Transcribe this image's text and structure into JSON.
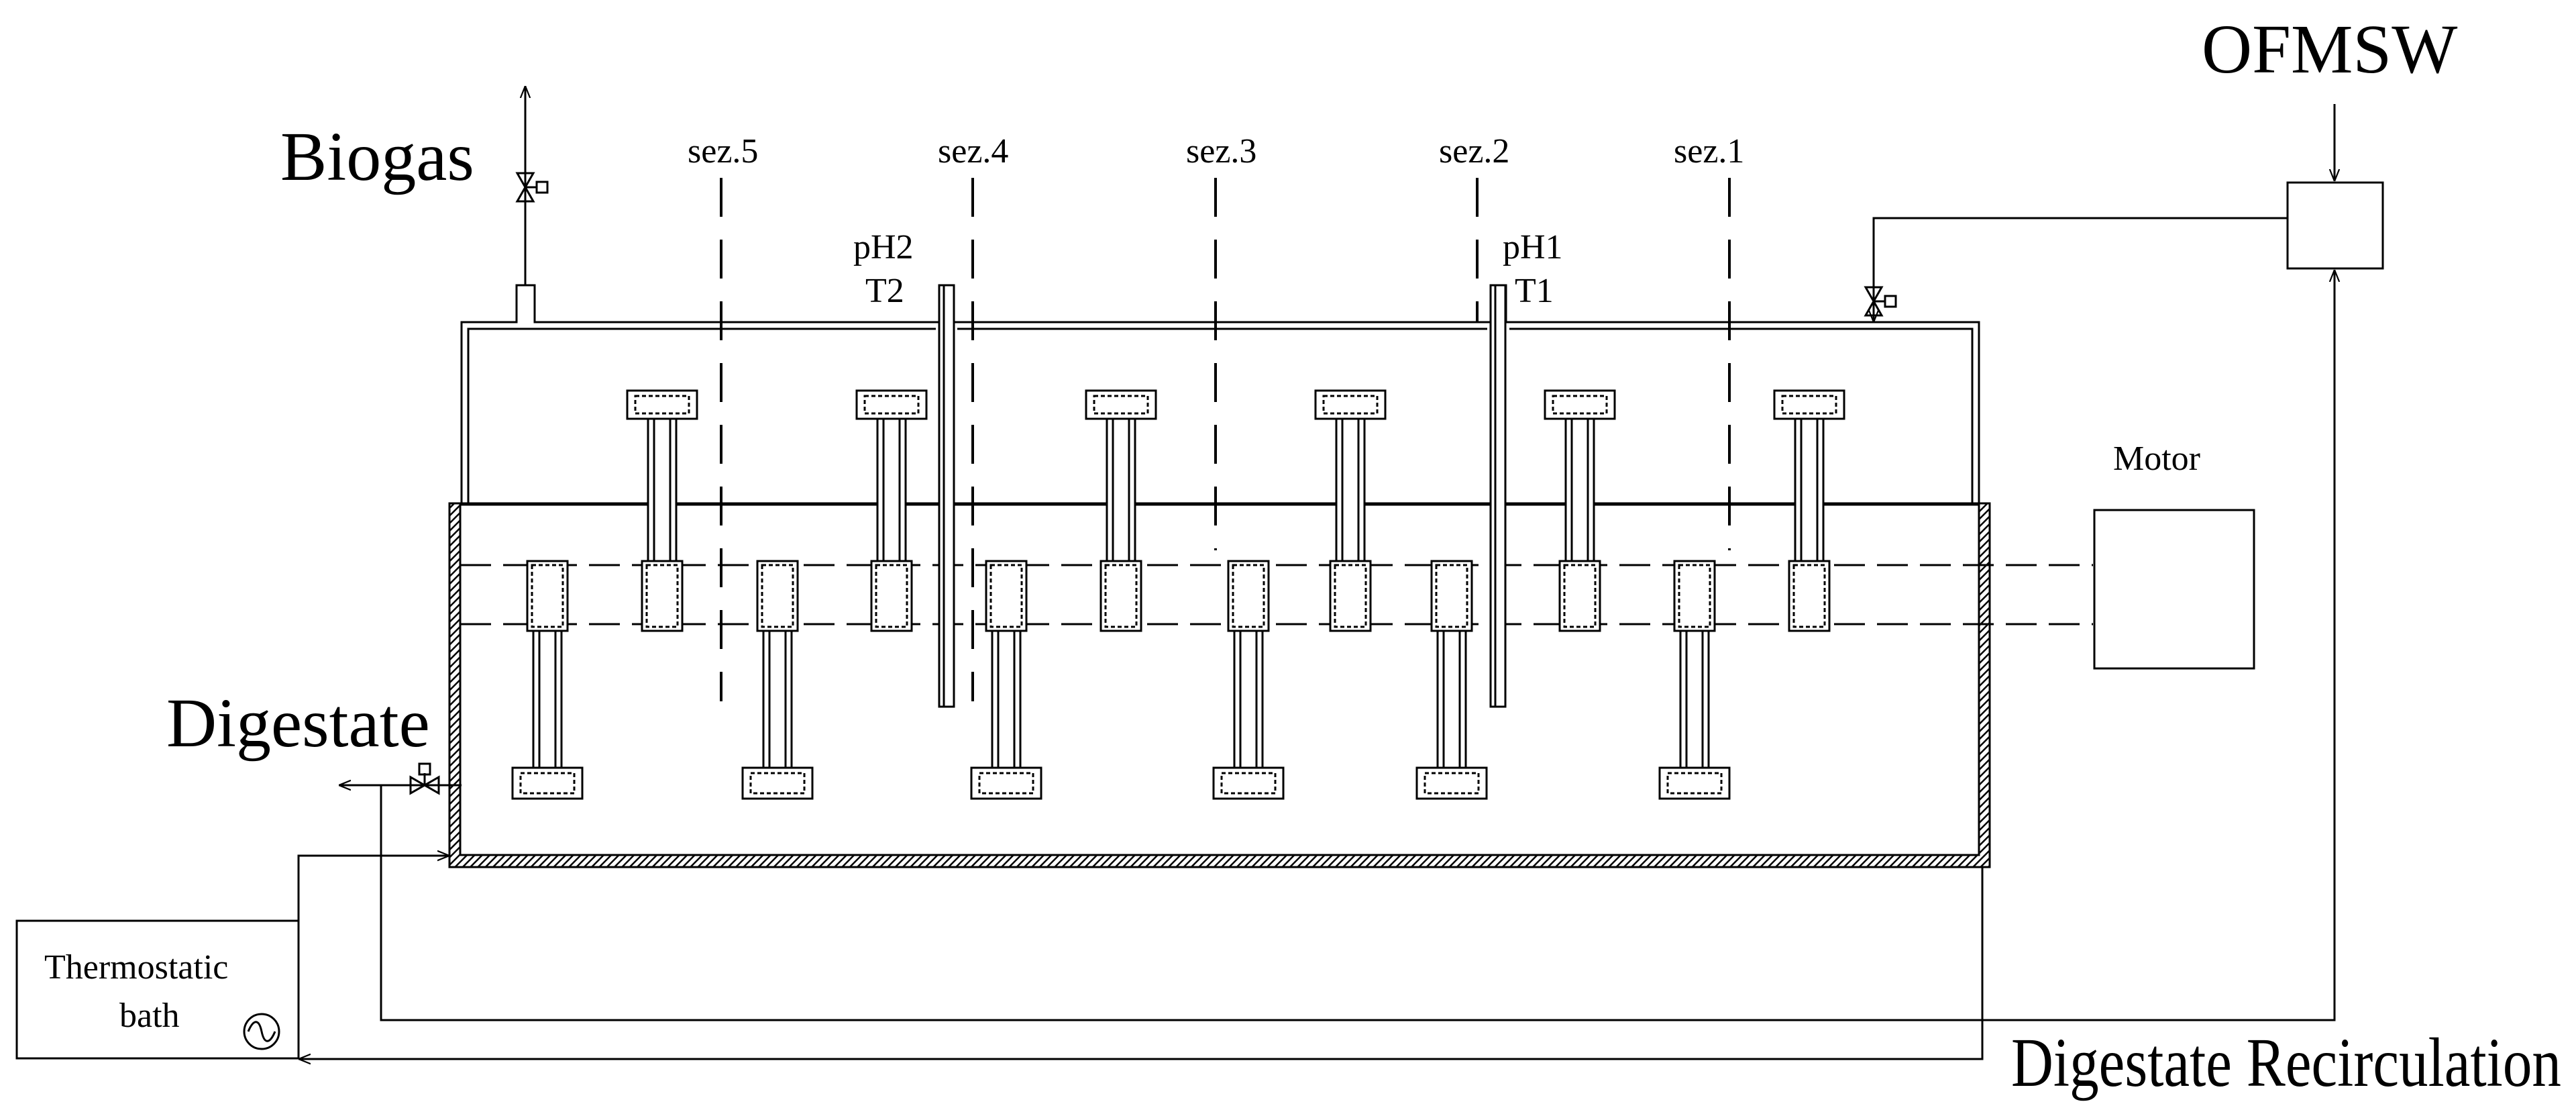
{
  "labels": {
    "biogas": "Biogas",
    "ofmsw": "OFMSW",
    "digestate": "Digestate",
    "motor": "Motor",
    "thermostatic_line1": "Thermostatic",
    "thermostatic_line2": "bath",
    "recirculation": "Digestate Recirculation",
    "ph1": "pH1",
    "t1": "T1",
    "ph2": "pH2",
    "t2": "T2"
  },
  "sections": [
    "sez.5",
    "sez.4",
    "sez.3",
    "sez.2",
    "sez.1"
  ],
  "top_paddle_count": 6,
  "bottom_paddle_count": 6,
  "icons": [
    "valve-icon",
    "ac-source-icon"
  ]
}
